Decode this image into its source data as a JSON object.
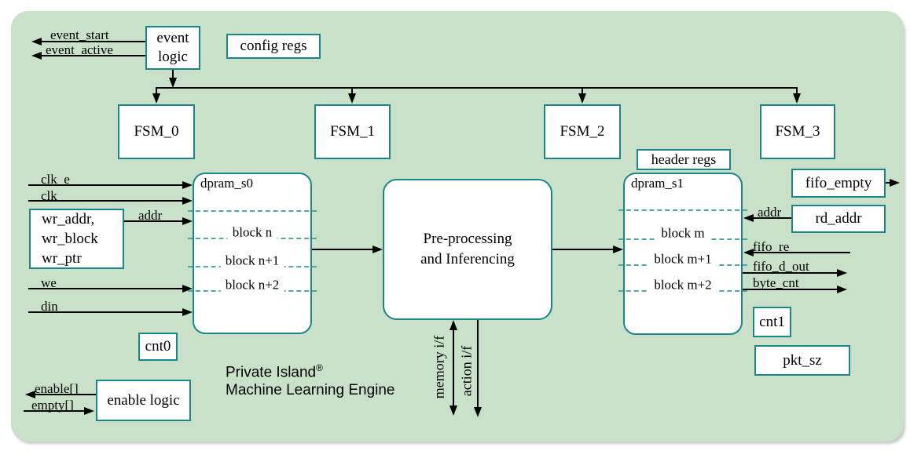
{
  "brand": {
    "name": "Private Island",
    "reg": "®",
    "subtitle": "Machine Learning Engine"
  },
  "blocks": {
    "event_logic": {
      "line1": "event",
      "line2": "logic"
    },
    "config_regs": "config regs",
    "fsm": [
      "FSM_0",
      "FSM_1",
      "FSM_2",
      "FSM_3"
    ],
    "header_regs": "header regs",
    "fifo_empty": "fifo_empty",
    "rd_addr": "rd_addr",
    "cnt0": "cnt0",
    "cnt1": "cnt1",
    "pkt_sz": "pkt_sz",
    "enable_logic": "enable logic",
    "wr_group": [
      "wr_addr,",
      "wr_block",
      "wr_ptr"
    ],
    "dpram_s0": {
      "title": "dpram_s0",
      "rows": [
        "block n",
        "block n+1",
        "block n+2"
      ]
    },
    "dpram_s1": {
      "title": "dpram_s1",
      "rows": [
        "block m",
        "block m+1",
        "block m+2"
      ]
    },
    "preproc": {
      "line1": "Pre-processing",
      "line2": "and Inferencing"
    }
  },
  "signals": {
    "event_start": "event_start",
    "event_active": "event_active",
    "clk_e": "clk_e",
    "clk": "clk",
    "addr_write": "addr",
    "we": "we",
    "din": "din",
    "addr_read": "addr",
    "fifo_re": "fifo_re",
    "fifo_d_out": "fifo_d_out",
    "byte_cnt": "byte_cnt",
    "enable": "enable[]",
    "empty": "empty[]",
    "memory_if": "memory i/f",
    "action_if": "action i/f"
  },
  "colors": {
    "background": "#c8e1c8",
    "box_border": "#1b8688",
    "box_fill": "#ffffff",
    "dashed_line": "#52a5a5",
    "line": "#000000",
    "text": "#000000"
  }
}
